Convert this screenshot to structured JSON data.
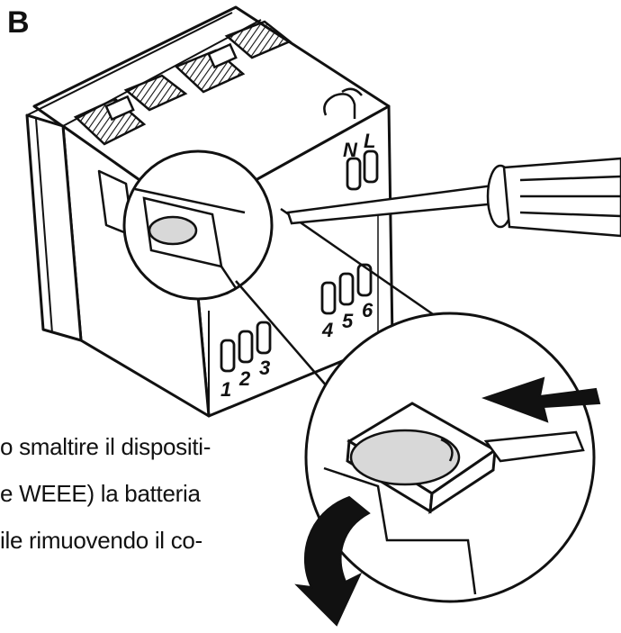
{
  "figure": {
    "label": "B",
    "terminals": {
      "top": [
        "N",
        "L"
      ],
      "right": [
        "4",
        "5",
        "6"
      ],
      "bottom": [
        "1",
        "2",
        "3"
      ]
    },
    "caption_lines": [
      "o smaltire il dispositi-",
      "e WEEE) la batteria",
      "ile rimuovendo il co-"
    ]
  },
  "colors": {
    "ink": "#111111",
    "battery": "#d8d8d8",
    "background": "#ffffff"
  }
}
